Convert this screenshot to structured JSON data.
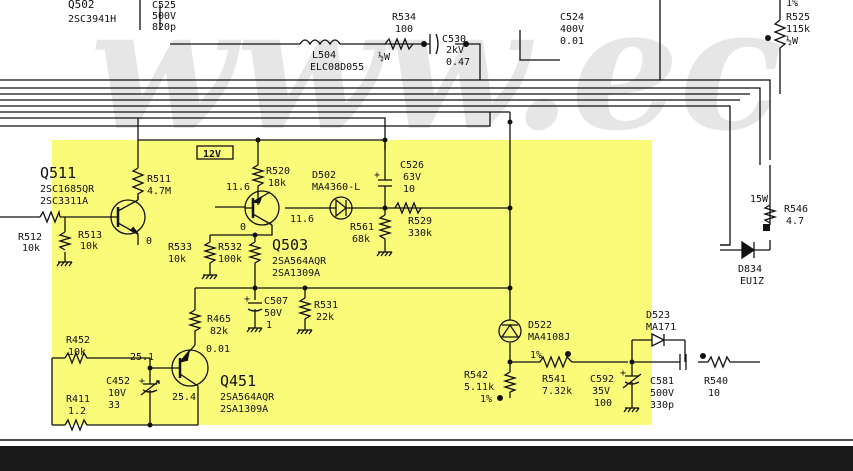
{
  "colors": {
    "highlight": "#fbfb7a",
    "ink": "#111111",
    "watermark": "#e6e6e6",
    "bottom_bar": "#1a1a1a"
  },
  "watermark": "www.ec",
  "rail_label": "12V",
  "components": {
    "q502": {
      "ref": "Q502",
      "part": "2SC3941H"
    },
    "c525": {
      "ref": "C525",
      "v1": "500V",
      "v2": "820p"
    },
    "r534": {
      "ref": "R534",
      "v1": "100",
      "v2": "½W"
    },
    "c530": {
      "ref": "C530",
      "v1": "2kV",
      "v2": "0.47"
    },
    "l504": {
      "ref": "L504",
      "v1": "ELC08D055"
    },
    "c524": {
      "ref": "C524",
      "v1": "400V",
      "v2": "0.01"
    },
    "r525": {
      "ref": "R525",
      "v0": "1%",
      "v1": "115k",
      "v2": "½W"
    },
    "q511": {
      "ref": "Q511",
      "p1": "2SC1685QR",
      "p2": "2SC3311A"
    },
    "r511": {
      "ref": "R511",
      "v1": "4.7M"
    },
    "r512": {
      "ref": "R512",
      "v1": "10k"
    },
    "r513": {
      "ref": "R513",
      "v1": "10k"
    },
    "r520": {
      "ref": "R520",
      "v1": "18k"
    },
    "d502": {
      "ref": "D502",
      "v1": "MA4360-L"
    },
    "c526": {
      "ref": "C526",
      "v1": "63V",
      "v2": "10"
    },
    "r561": {
      "ref": "R561",
      "v1": "68k"
    },
    "r529": {
      "ref": "R529",
      "v1": "330k"
    },
    "r533": {
      "ref": "R533",
      "v1": "10k"
    },
    "r532": {
      "ref": "R532",
      "v1": "100k"
    },
    "q503": {
      "ref": "Q503",
      "p1": "2SA564AQR",
      "p2": "2SA1309A"
    },
    "c507": {
      "ref": "C507",
      "v1": "50V",
      "v2": "1"
    },
    "r531": {
      "ref": "R531",
      "v1": "22k"
    },
    "r465": {
      "ref": "R465",
      "v1": "82k"
    },
    "r452": {
      "ref": "R452",
      "v1": "10k"
    },
    "c452": {
      "ref": "C452",
      "v1": "10V",
      "v2": "33"
    },
    "r411": {
      "ref": "R411",
      "v1": "1.2"
    },
    "q451": {
      "ref": "Q451",
      "p1": "2SA564AQR",
      "p2": "2SA1309A"
    },
    "d522": {
      "ref": "D522",
      "v1": "MA4108J"
    },
    "r542": {
      "ref": "R542",
      "v1": "5.11k",
      "v2": "1%"
    },
    "r541": {
      "ref": "R541",
      "v0": "1%",
      "v1": "7.32k"
    },
    "c592": {
      "ref": "C592",
      "v1": "35V",
      "v2": "100"
    },
    "d523": {
      "ref": "D523",
      "v1": "MA171"
    },
    "c581": {
      "ref": "C581",
      "v1": "500V",
      "v2": "330p"
    },
    "r540": {
      "ref": "R540",
      "v1": "10"
    },
    "r546": {
      "ref": "R546",
      "v0": "15W",
      "v1": "4.7"
    },
    "d834": {
      "ref": "D834",
      "v1": "EU1Z"
    }
  },
  "voltages": {
    "q511_emitter": "0",
    "q503_base": "11.6",
    "q503_collector": "11.6",
    "q503_emitter": "0",
    "q451_emitter": "0.01",
    "q451_base": "25.1",
    "q451_collector": "25.4"
  }
}
